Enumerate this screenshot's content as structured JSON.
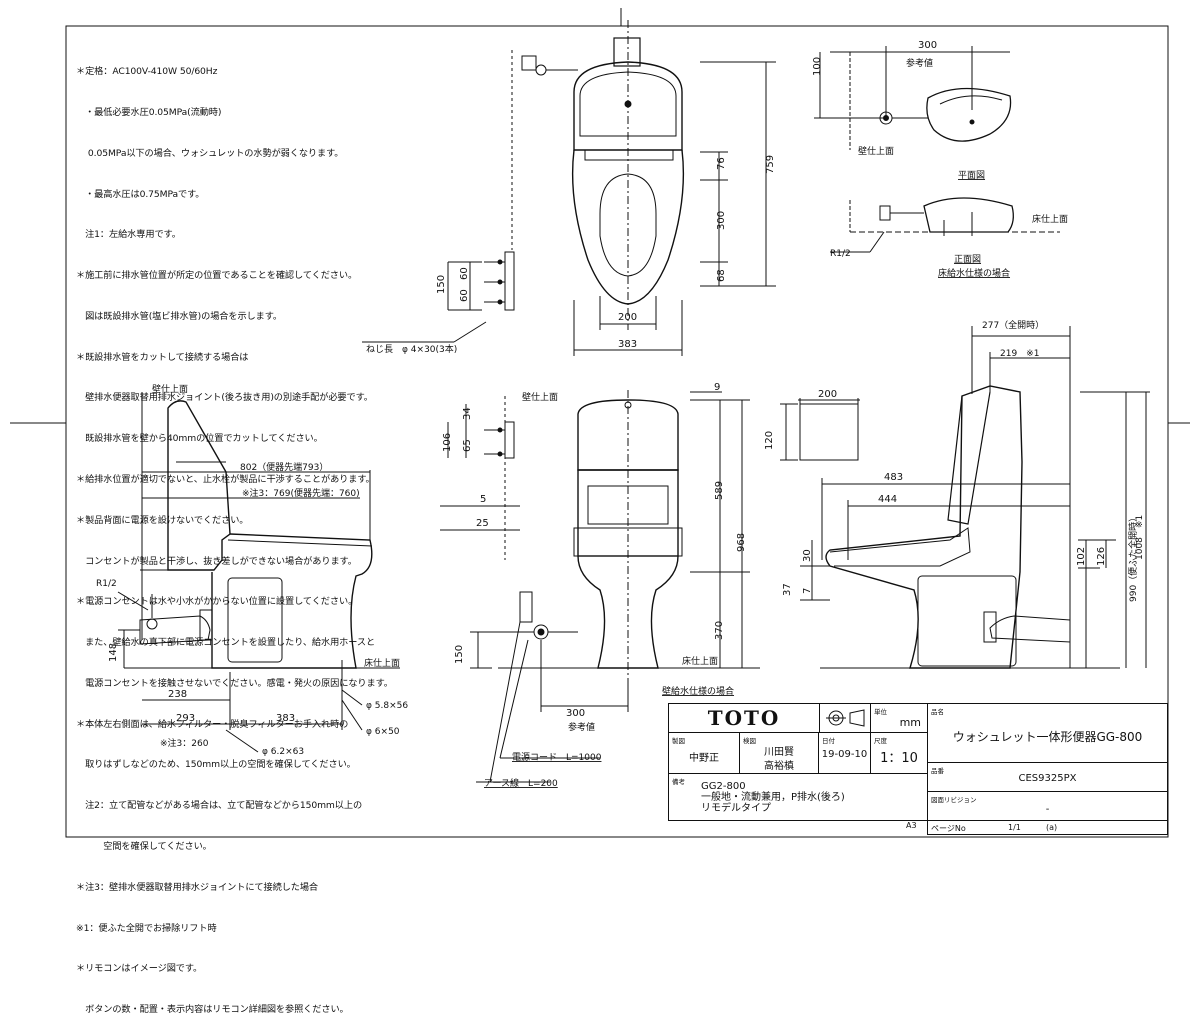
{
  "notes": [
    "＊定格：AC100V-410W 50/60Hz",
    "　・最低必要水圧0.05MPa(流動時)",
    "　 0.05MPa以下の場合、ウォシュレットの水勢が弱くなります。",
    "　・最高水圧は0.75MPaです。",
    "　注1：左給水専用です。",
    "＊施工前に排水管位置が所定の位置であることを確認してください。",
    "　図は既設排水管(塩ビ排水管)の場合を示します。",
    "＊既設排水管をカットして接続する場合は",
    "　壁排水便器取替用排水ジョイント(後ろ抜き用)の別途手配が必要です。",
    "　既設排水管を壁から40mmの位置でカットしてください。",
    "＊給排水位置が適切でないと、止水栓が製品に干渉することがあります。",
    "＊製品背面に電源を設けないでください。",
    "　コンセントが製品と干渉し、抜き差しができない場合があります。",
    "＊電源コンセントは水や小水がかからない位置に設置してください。",
    "　また、壁給水の真下部に電源コンセントを設置したり、給水用ホースと",
    "　電源コンセントを接触させないでください。感電・発火の原因になります。",
    "＊本体左右側面は、給水フィルター・脱臭フィルターお手入れ時の",
    "　取りはずしなどのため、150mm以上の空間を確保してください。",
    "　注2：立て配管などがある場合は、立て配管などから150mm以上の",
    "　　　空間を確保してください。",
    "＊注3：壁排水便器取替用排水ジョイントにて接続した場合",
    "※1：便ふた全開でお掃除リフト時",
    "＊リモコンはイメージ図です。",
    "　ボタンの数・配置・表示内容はリモコン詳細図を参照ください。"
  ],
  "labels": {
    "wall_finish": "壁仕上面",
    "floor_finish": "床仕上面",
    "plan_view": "平面図",
    "front_view": "正面図",
    "floor_supply_case": "床給水仕様の場合",
    "wall_supply_case": "壁給水仕様の場合",
    "ref_value": "参考値",
    "screw": "ねじ長　φ 4×30(3本)",
    "r12": "R1/2",
    "power_cord": "電源コード　L=1000",
    "earth_wire": "アース線　L=200",
    "full_open_277": "277（全開時）",
    "d219": "219　※1",
    "d1008": "1008　※1",
    "d990": "990（便ふた全開時）",
    "d802": "802（便器先端793）",
    "d769": "※注3：769(便器先端：760)",
    "d260": "※注3：260",
    "phi62": "φ 6.2×63",
    "phi58": "φ 5.8×56",
    "phi6": "φ 6×50"
  },
  "dims": {
    "top": [
      "759",
      "76",
      "300",
      "68",
      "200",
      "383",
      "150",
      "60",
      "60"
    ],
    "plan": [
      "300",
      "100"
    ],
    "front": [
      "9",
      "589",
      "968",
      "370",
      "300",
      "34",
      "65",
      "106",
      "5",
      "25",
      "150",
      "200",
      "120"
    ],
    "side_left": [
      "148",
      "238",
      "293",
      "383"
    ],
    "side_right": [
      "483",
      "444",
      "30",
      "37",
      "7",
      "102",
      "126"
    ]
  },
  "title_block": {
    "brand": "TOTO",
    "unit_label": "単位",
    "unit": "mm",
    "name_label": "品名",
    "product_name": "ウォシュレット一体形便器GG-800",
    "designer_label": "製図",
    "designer": "中野正",
    "checker_label": "検図",
    "checker1": "川田賢",
    "checker2": "高裕槙",
    "date_label": "日付",
    "date": "19-09-10",
    "scale_label": "尺度",
    "scale": "1：10",
    "code_label": "品番",
    "product_code": "CES9325PX",
    "remark_label": "備考",
    "remark1": "GG2-800",
    "remark2": "一般地・流動兼用，P排水(後ろ)",
    "remark3": "リモデルタイプ",
    "revision_label": "図面リビジョン",
    "revision": "-",
    "paper": "A3",
    "page_label": "ページNo",
    "page": "1/1",
    "page_mark": "(a)"
  }
}
